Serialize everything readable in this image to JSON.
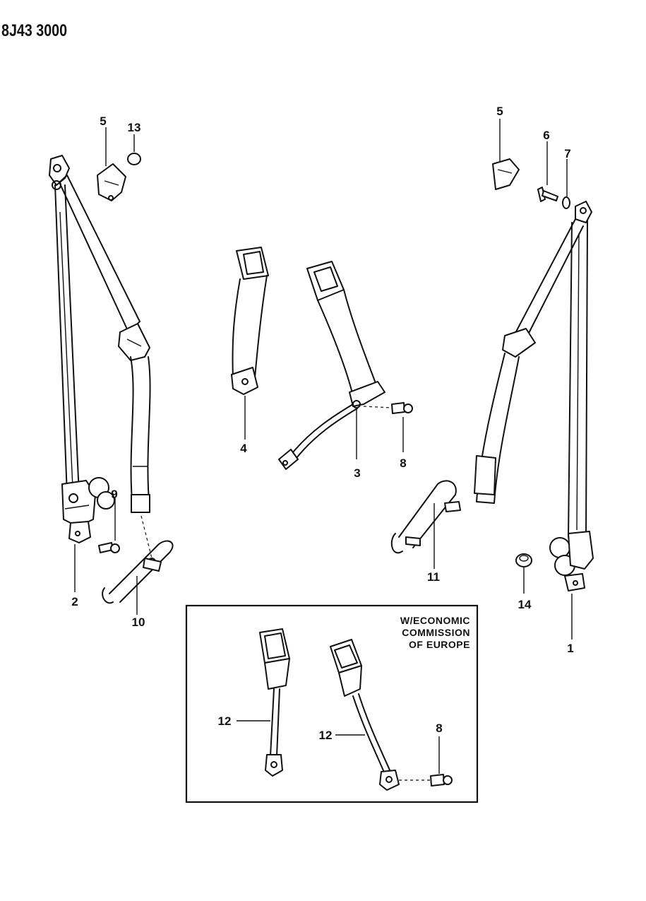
{
  "diagram_code": "8J43 3000",
  "callouts": {
    "c1": "1",
    "c2": "2",
    "c3": "3",
    "c4": "4",
    "c5a": "5",
    "c5b": "5",
    "c6": "6",
    "c7": "7",
    "c8a": "8",
    "c8b": "8",
    "c9": "9",
    "c10": "10",
    "c11": "11",
    "c12a": "12",
    "c12b": "12",
    "c13": "13",
    "c14": "14"
  },
  "inset_note": [
    "W/ECONOMIC",
    "COMMISSION",
    "OF EUROPE"
  ]
}
